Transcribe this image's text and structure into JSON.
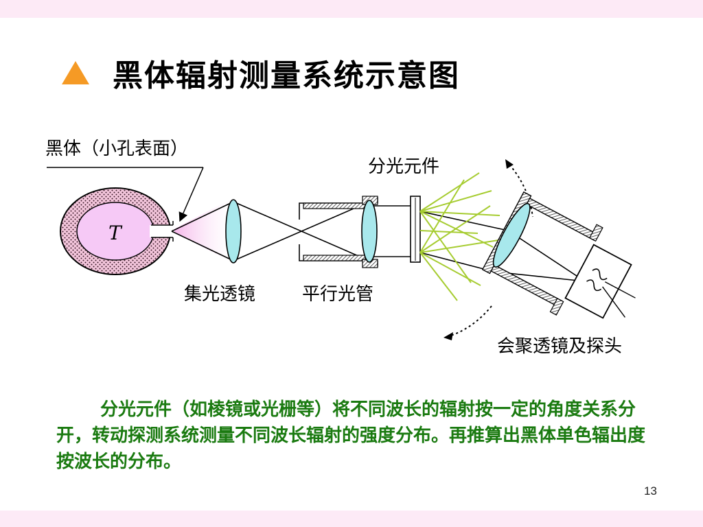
{
  "slide": {
    "title": "黑体辐射测量系统示意图",
    "page_number": "13"
  },
  "diagram": {
    "labels": {
      "blackbody": "黑体（小孔表面）",
      "cavity_temp": "T",
      "condenser_lens": "集光透镜",
      "collimator": "平行光管",
      "dispersive_element": "分光元件",
      "focusing_lens_and_probe": "会聚透镜及探头"
    },
    "colors": {
      "cavity_wall_pink": "#f4c6dc",
      "cavity_inner": "#f6c9f6",
      "lens_fill": "#a8e8ec",
      "dispersed_rays": "#a6cc30",
      "title_triangle": "#f59a25"
    }
  },
  "description": "分光元件（如棱镜或光栅等）将不同波长的辐射按一定的角度关系分开，转动探测系统测量不同波长辐射的强度分布。再推算出黑体单色辐出度按波长的分布。"
}
